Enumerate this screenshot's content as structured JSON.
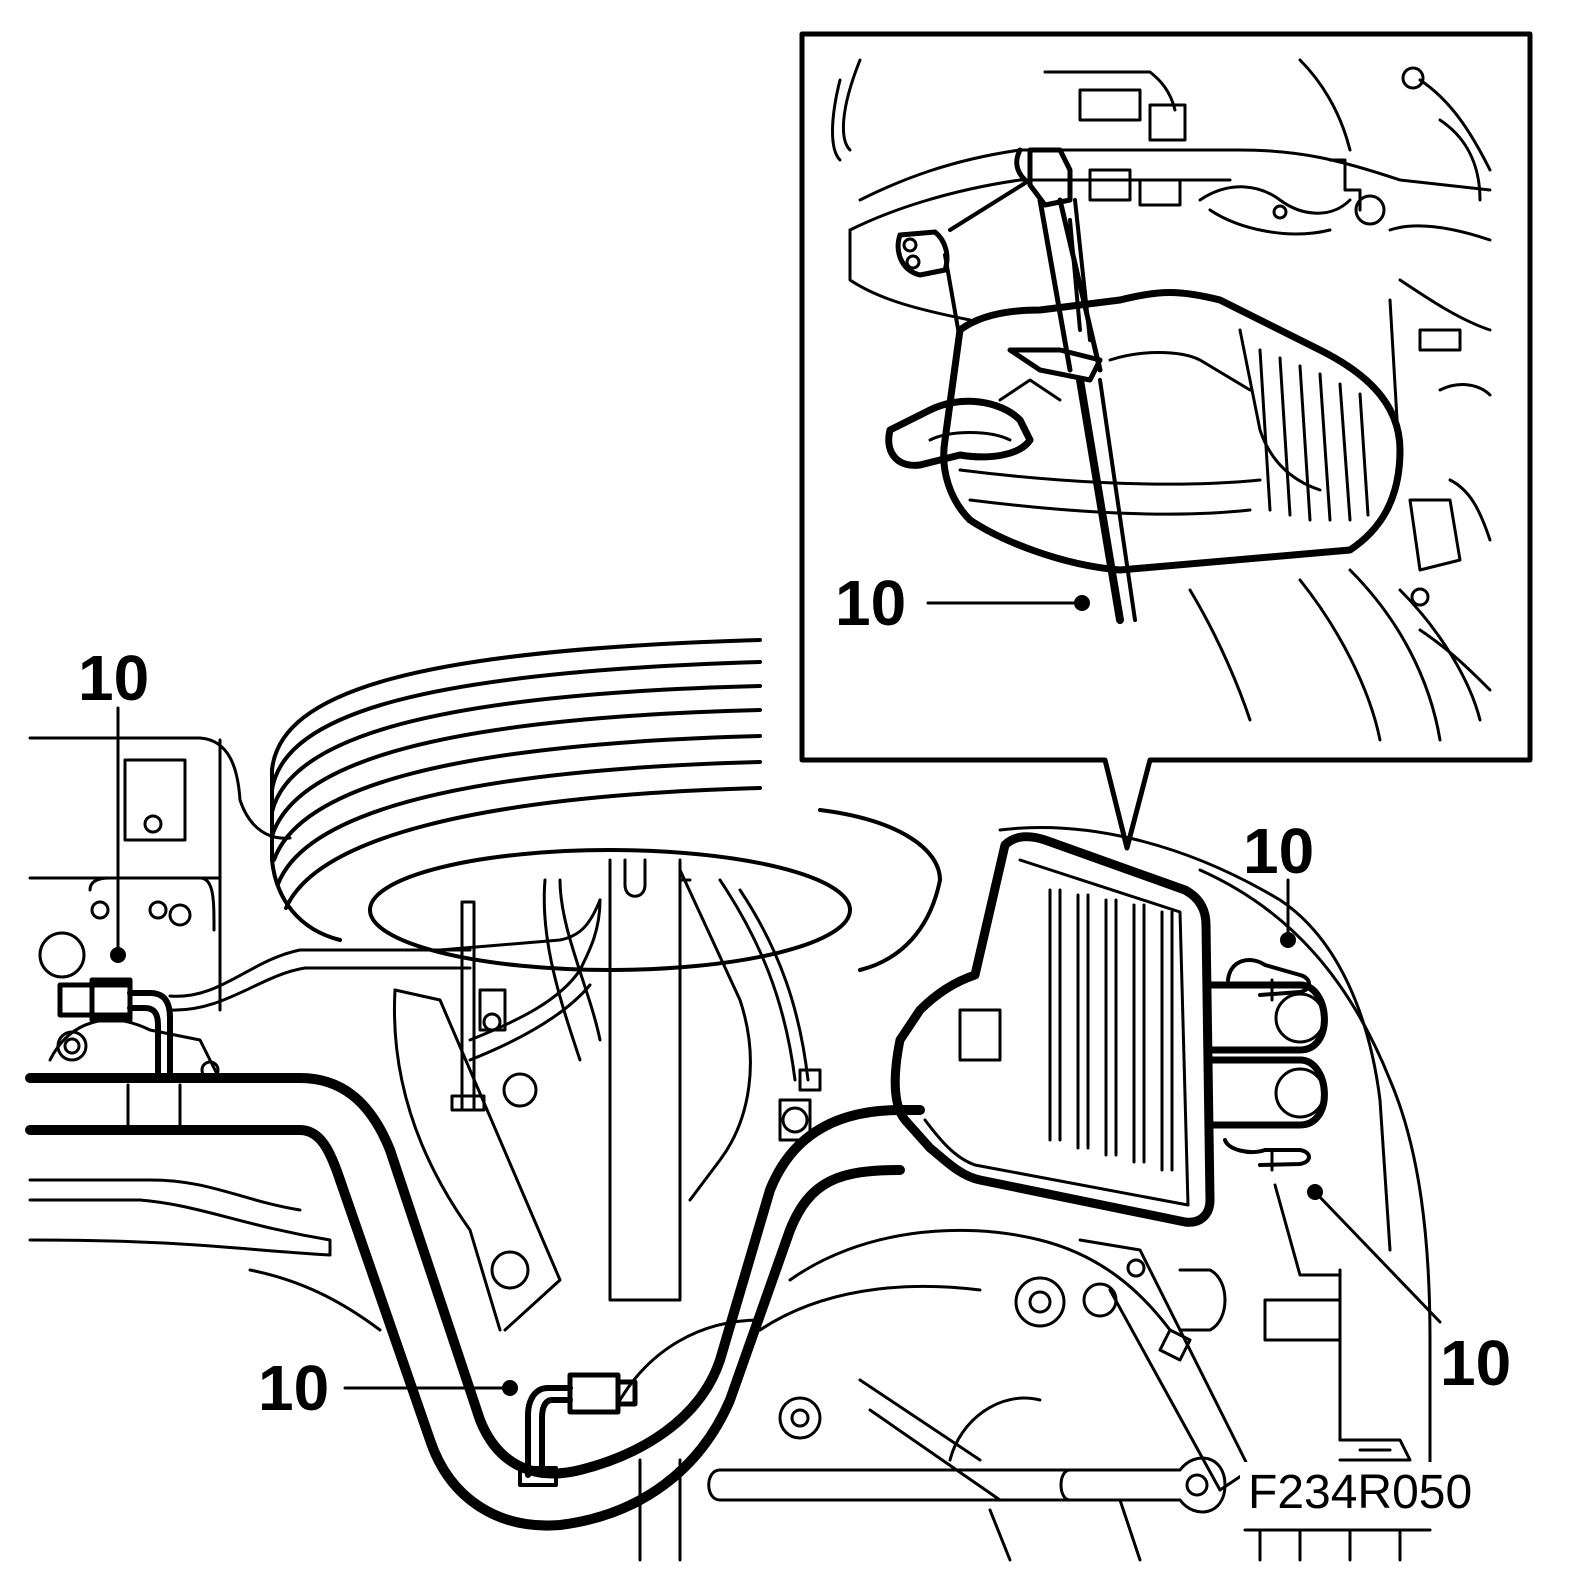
{
  "callouts": {
    "inset": "10",
    "left_bracket": "10",
    "right_upper_clamp": "10",
    "middle_bracket": "10",
    "right_lower_clamp": "10"
  },
  "figure_id": "F234R050"
}
